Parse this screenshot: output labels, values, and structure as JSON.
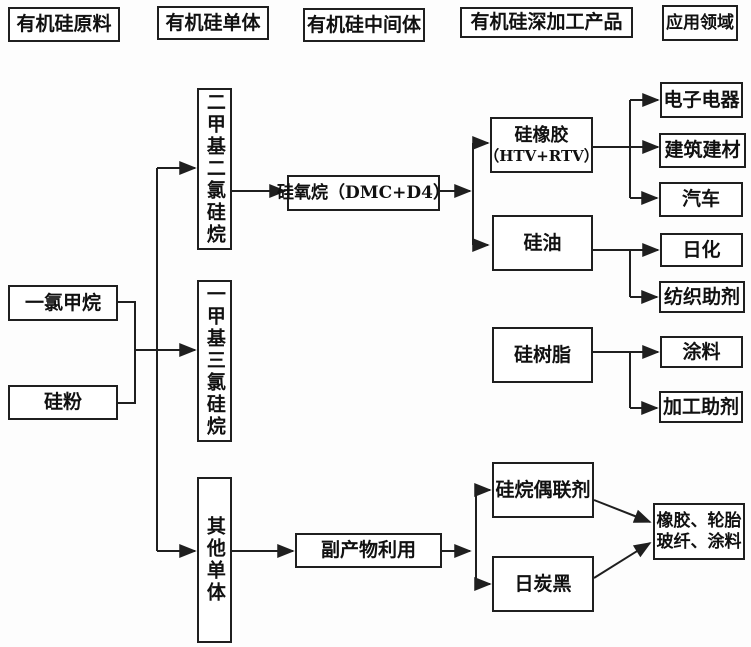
{
  "headers": {
    "raw_materials": "有机硅原料",
    "monomers": "有机硅单体",
    "intermediates": "有机硅中间体",
    "deep_products": "有机硅深加工产品",
    "applications": "应用领域"
  },
  "nodes": {
    "methyl_chloride": "一氯甲烷",
    "silicon_powder": "硅粉",
    "dimethyldichlorosilane": "二甲基二氯硅烷",
    "methyltrichlorosilane": "一甲基三氯硅烷",
    "other_monomers": "其他单体",
    "siloxane": "硅氧烷（DMC+D4）",
    "byproduct_utilization": "副产物利用",
    "silicone_rubber_line1": "硅橡胶",
    "silicone_rubber_line2": "（HTV+RTV）",
    "silicone_oil": "硅油",
    "silicone_resin": "硅树脂",
    "silane_coupling_agent": "硅烷偶联剂",
    "carbon_black": "日炭黑",
    "electronics": "电子电器",
    "construction_materials": "建筑建材",
    "automobile": "汽车",
    "daily_chemicals": "日化",
    "textile_auxiliaries": "纺织助剂",
    "coatings": "涂料",
    "processing_auxiliaries": "加工助剂",
    "rubber_tire_line1": "橡胶、轮胎",
    "rubber_tire_line2": "玻纤、涂料"
  },
  "edges": [
    {
      "from": "methyl_chloride",
      "to": "dimethyldichlorosilane"
    },
    {
      "from": "methyl_chloride",
      "to": "methyltrichlorosilane"
    },
    {
      "from": "methyl_chloride",
      "to": "other_monomers"
    },
    {
      "from": "silicon_powder",
      "to": "dimethyldichlorosilane"
    },
    {
      "from": "silicon_powder",
      "to": "methyltrichlorosilane"
    },
    {
      "from": "silicon_powder",
      "to": "other_monomers"
    },
    {
      "from": "dimethyldichlorosilane",
      "to": "siloxane"
    },
    {
      "from": "siloxane",
      "to": "silicone_rubber"
    },
    {
      "from": "siloxane",
      "to": "silicone_oil"
    },
    {
      "from": "silicone_rubber",
      "to": "electronics"
    },
    {
      "from": "silicone_rubber",
      "to": "construction_materials"
    },
    {
      "from": "silicone_rubber",
      "to": "automobile"
    },
    {
      "from": "silicone_oil",
      "to": "daily_chemicals"
    },
    {
      "from": "silicone_oil",
      "to": "textile_auxiliaries"
    },
    {
      "from": "methyltrichlorosilane",
      "to": "silicone_resin"
    },
    {
      "from": "silicone_resin",
      "to": "coatings"
    },
    {
      "from": "silicone_resin",
      "to": "processing_auxiliaries"
    },
    {
      "from": "other_monomers",
      "to": "byproduct_utilization"
    },
    {
      "from": "byproduct_utilization",
      "to": "silane_coupling_agent"
    },
    {
      "from": "byproduct_utilization",
      "to": "carbon_black"
    },
    {
      "from": "silane_coupling_agent",
      "to": "rubber_tire_glass_coatings"
    },
    {
      "from": "carbon_black",
      "to": "rubber_tire_glass_coatings"
    }
  ],
  "colors": {
    "line": "#1f1f1f",
    "border": "#1f1f1f",
    "background": "#ffffff",
    "text": "#111111"
  }
}
